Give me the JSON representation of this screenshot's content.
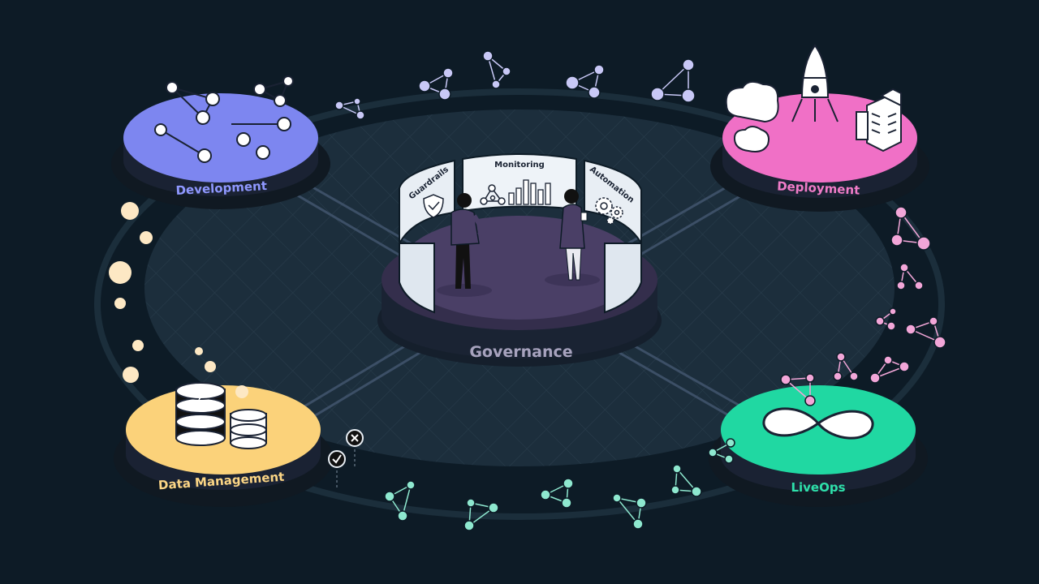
{
  "hub": {
    "label": "Governance",
    "panels": [
      {
        "label": "Guardrails"
      },
      {
        "label": "Monitoring"
      },
      {
        "label": "Automation"
      }
    ]
  },
  "platforms": [
    {
      "label": "Development",
      "color": "#7d86f0",
      "text_color": "#8f98ff"
    },
    {
      "label": "Deployment",
      "color": "#f070c6",
      "text_color": "#f07cc8"
    },
    {
      "label": "Data Management",
      "color": "#fbd27a",
      "text_color": "#fbd585"
    },
    {
      "label": "LiveOps",
      "color": "#20d8a2",
      "text_color": "#2ee0aa"
    }
  ],
  "colors": {
    "background": "#0d1b26",
    "floor": "#1c2e3c",
    "hub_floor": "#4a3f66",
    "molecule_lilac": "#c8c8f6",
    "molecule_pink": "#f2a6d8",
    "molecule_mint": "#8ee8cf",
    "bubble_cream": "#fde8c4"
  },
  "icons": [
    "shield-check-icon",
    "network-graph-icon",
    "bar-chart-icon",
    "gears-icon",
    "rocket-icon",
    "cloud-icon",
    "building-icon",
    "database-icon",
    "lightning-icon",
    "infinity-icon",
    "check-marker-icon",
    "x-marker-icon"
  ]
}
